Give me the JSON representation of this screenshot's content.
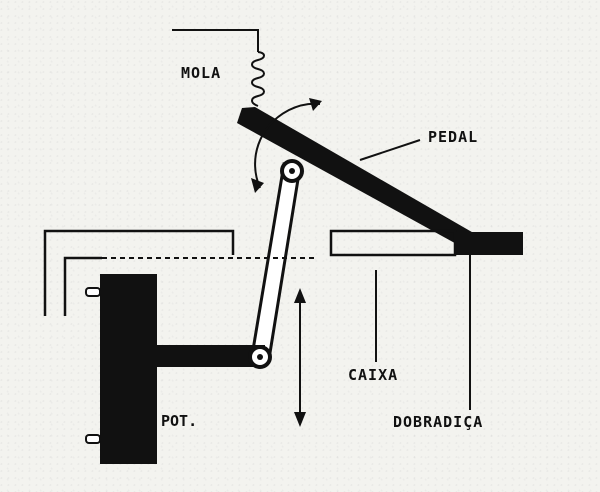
{
  "labels": {
    "mola": "MOLA",
    "pedal": "PEDAL",
    "caixa": "CAIXA",
    "pot": "POT.",
    "dobradica": "DOBRADIÇA"
  },
  "colors": {
    "ink": "#111111",
    "paper": "#f3f3ef"
  }
}
